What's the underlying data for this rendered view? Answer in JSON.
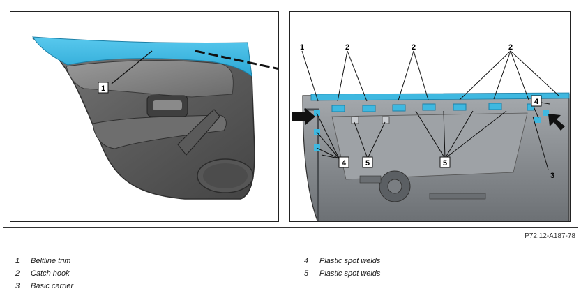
{
  "callouts": {
    "left": [
      "1"
    ],
    "right": [
      "1",
      "2",
      "2",
      "2",
      "4",
      "4",
      "5",
      "5",
      "3"
    ]
  },
  "reference_code": "P72.12-A187-78",
  "legend": [
    {
      "num": "1",
      "label": "Beltline trim"
    },
    {
      "num": "2",
      "label": "Catch hook"
    },
    {
      "num": "3",
      "label": "Basic carrier"
    },
    {
      "num": "4",
      "label": "Plastic spot welds"
    },
    {
      "num": "5",
      "label": "Plastic spot welds"
    }
  ],
  "colors": {
    "highlight": "#3fb8e0",
    "trim_dark": "#5a5a5a",
    "carrier": "#8a8f94",
    "leader": "#111111"
  }
}
